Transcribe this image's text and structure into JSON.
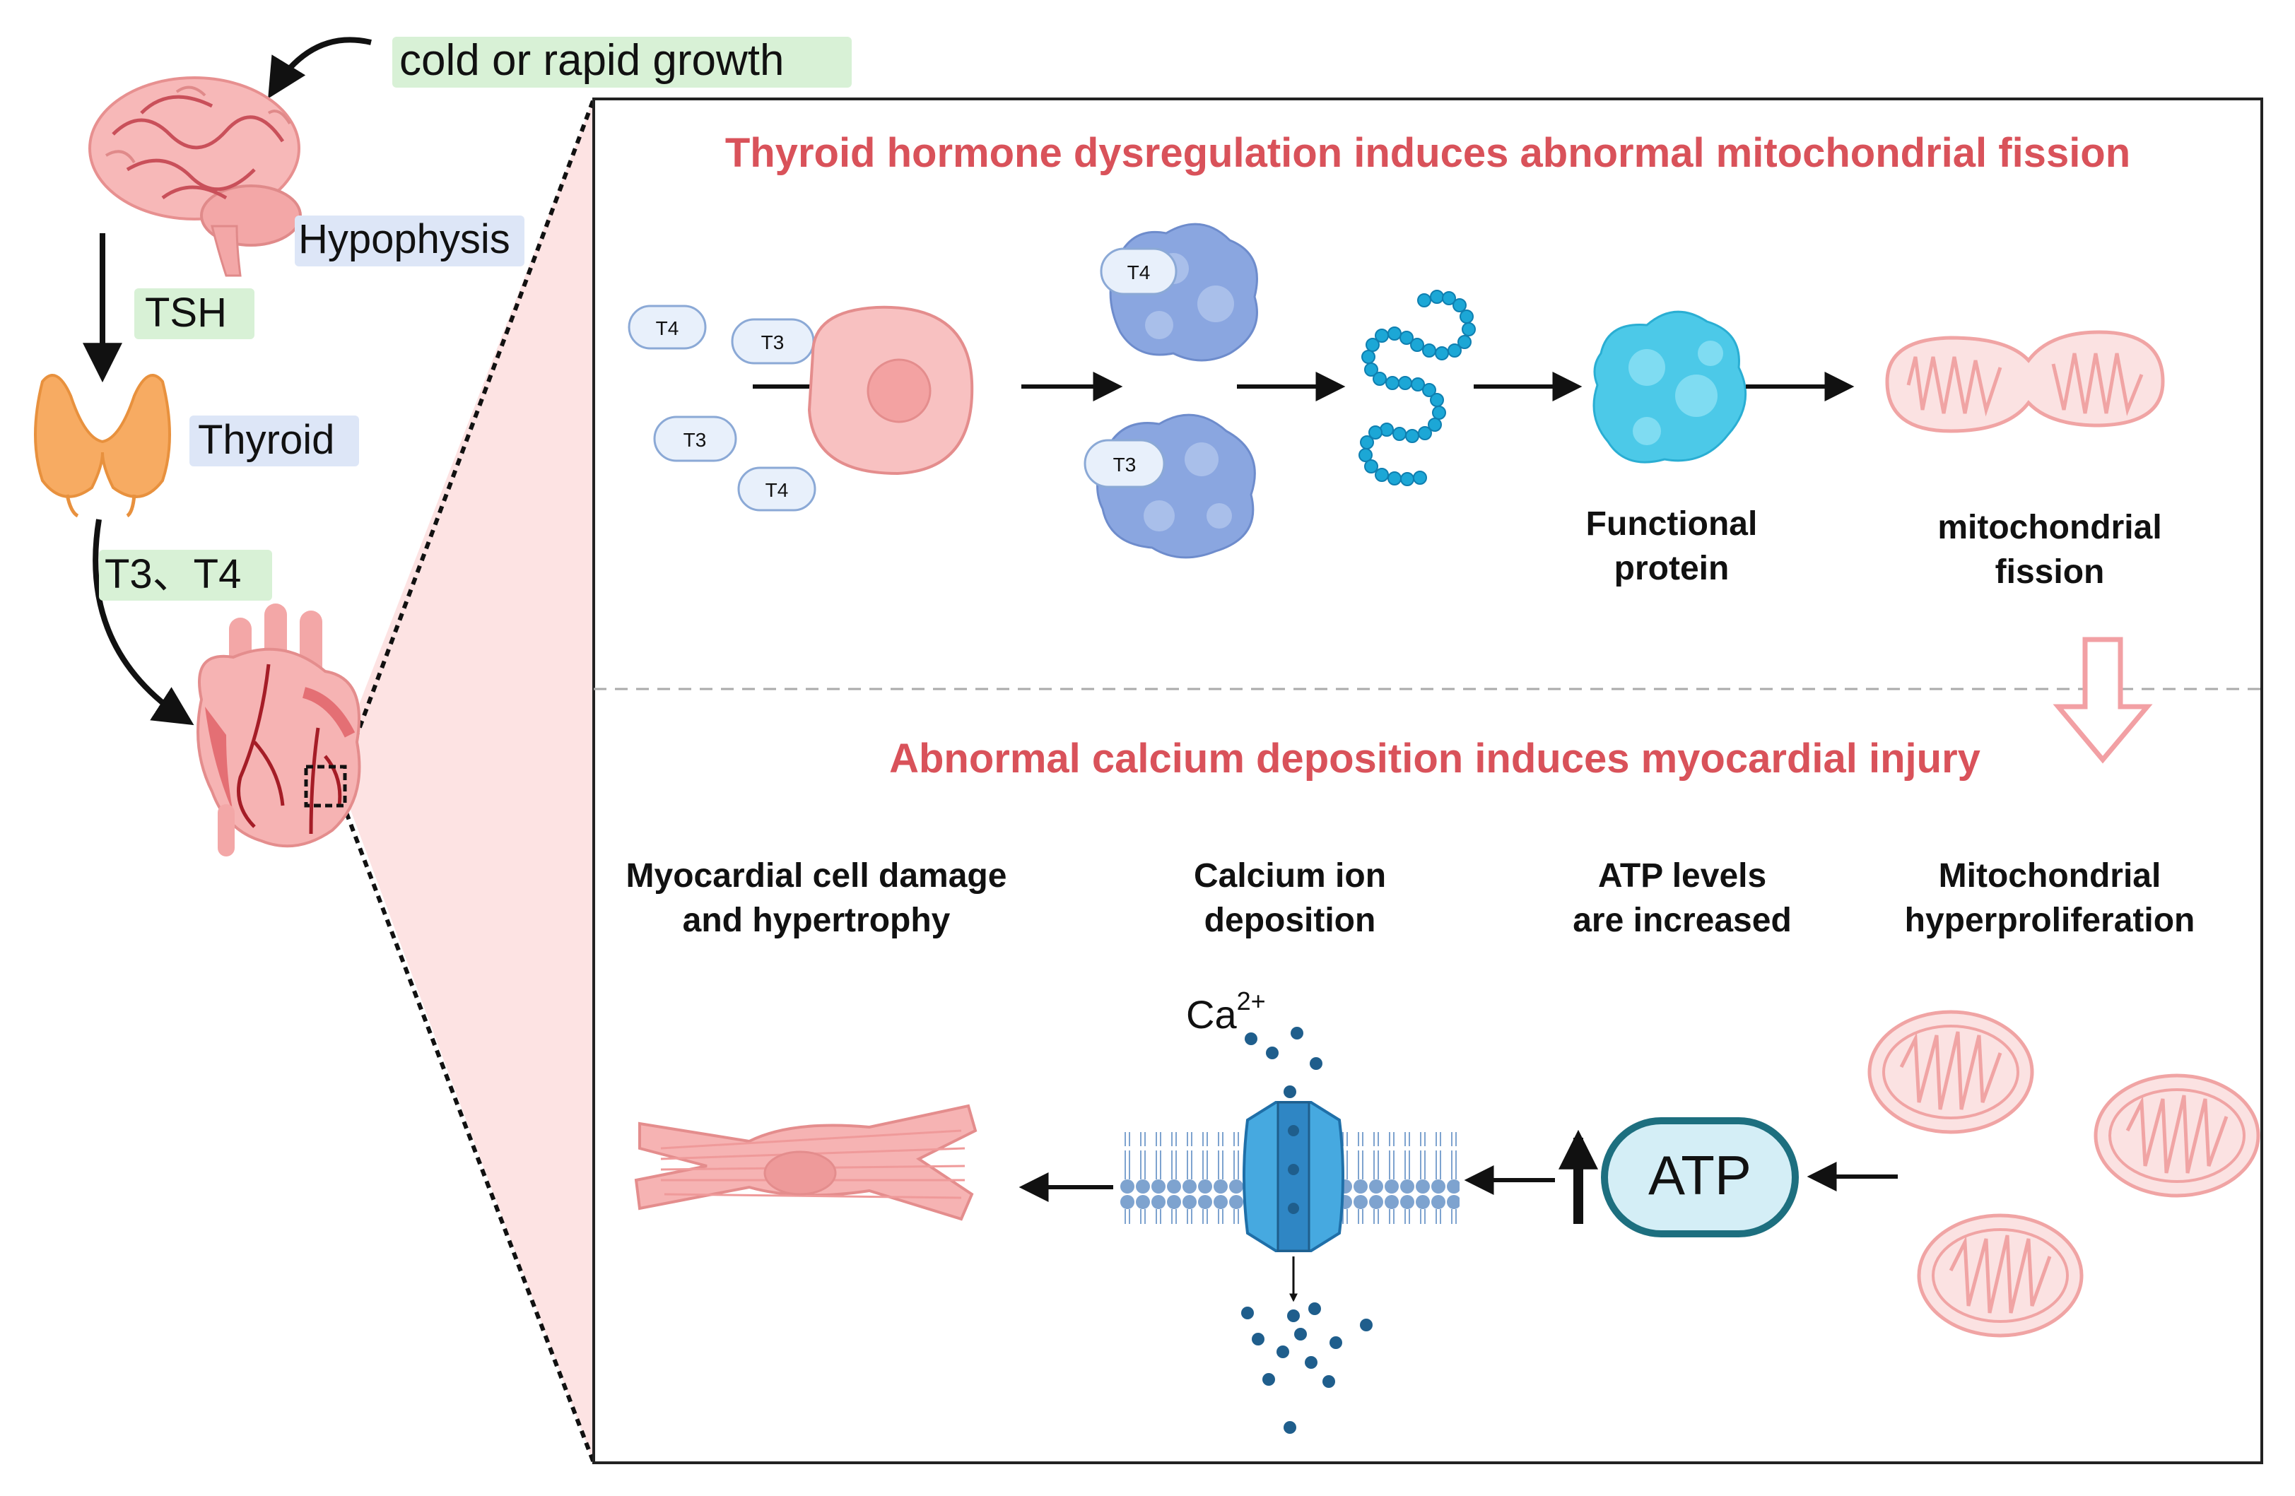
{
  "left_axis": {
    "trigger_label": "cold or rapid growth",
    "hypophysis_label": "Hypophysis",
    "tsh_label": "TSH",
    "thyroid_label": "Thyroid",
    "hormones_label": "T3、T4"
  },
  "top_panel": {
    "title": "Thyroid hormone dysregulation induces abnormal mitochondrial fission",
    "pills": [
      "T4",
      "T3",
      "T3",
      "T4"
    ],
    "receptor_pill_top": "T4",
    "receptor_pill_bottom": "T3",
    "functional_protein_label": [
      "Functional",
      "protein"
    ],
    "mito_fission_label": [
      "mitochondrial",
      "fission"
    ]
  },
  "bottom_panel": {
    "title": "Abnormal calcium deposition induces myocardial injury",
    "myocardial_label": [
      "Myocardial cell damage",
      "and hypertrophy"
    ],
    "calcium_label": [
      "Calcium ion",
      "deposition"
    ],
    "atp_levels_label": [
      "ATP levels",
      "are increased"
    ],
    "mito_hyper_label": [
      "Mitochondrial",
      "hyperproliferation"
    ],
    "ca_symbol": "Ca",
    "ca_charge": "2+",
    "atp_text": "ATP"
  },
  "colors": {
    "title_red": "#d9525a",
    "label_green_bg": "#d8f1d6",
    "label_blue_bg": "#dde6f7",
    "cell_pink": "#f6b3b3",
    "receptor_blue": "#8aa6e0",
    "protein_cyan": "#4cc9e8",
    "dot_blue": "#1f5e8c",
    "atp_teal": "#1d6f7f",
    "atp_fill": "#d4eef6"
  }
}
